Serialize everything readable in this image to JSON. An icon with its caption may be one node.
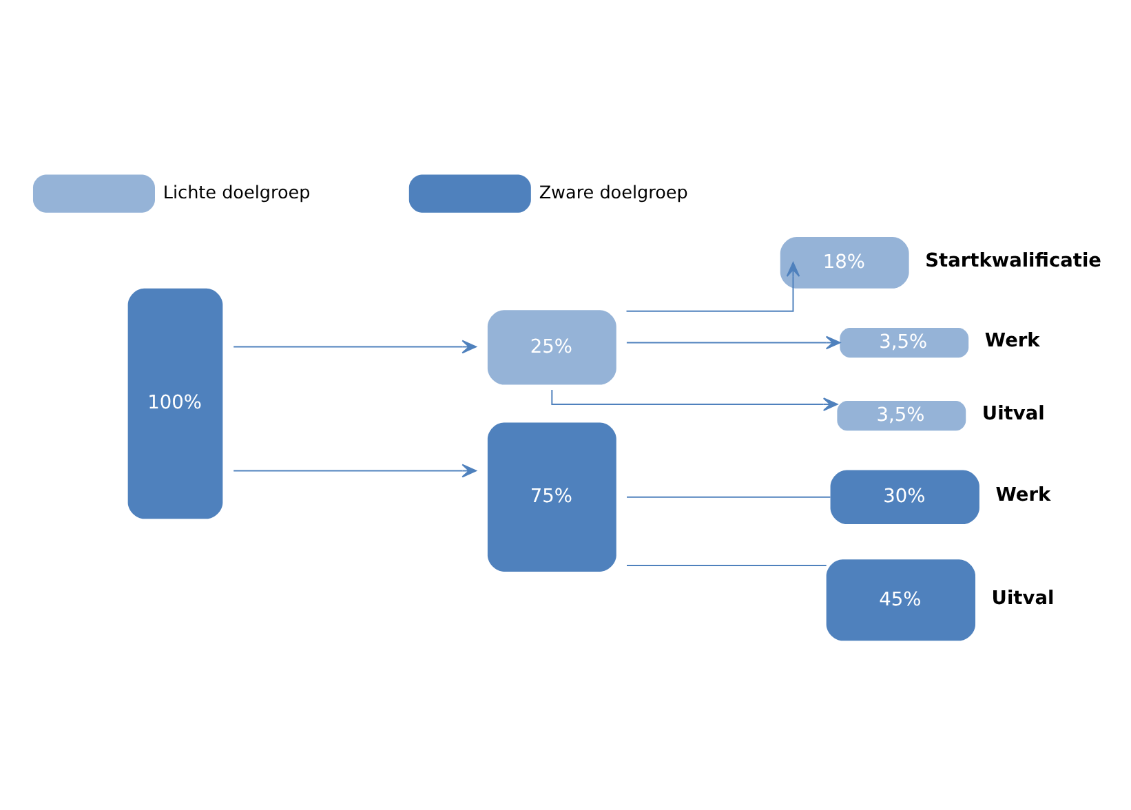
{
  "diagram": {
    "nodes": [
      {
        "text": [
          "100%"
        ]
      },
      {
        "text": [
          "25%"
        ]
      },
      {
        "text": [
          "75%"
        ]
      },
      {
        "text": [
          "18%"
        ],
        "beside": [
          "Startkwalificatie"
        ]
      },
      {
        "text": [
          "3,5%"
        ],
        "beside": [
          "Werk"
        ]
      },
      {
        "text": [
          "3,5%"
        ],
        "beside": [
          "Uitval"
        ]
      },
      {
        "text": [
          "30%"
        ],
        "beside": [
          "Werk"
        ]
      },
      {
        "text": [
          "45%"
        ],
        "beside": [
          "Uitval"
        ]
      }
    ],
    "edges": [
      {
        "from": 0,
        "to": 1,
        "arrow": "to"
      },
      {
        "from": 0,
        "to": 2,
        "arrow": "to"
      },
      {
        "from": 1,
        "to": 3,
        "arrow": "to"
      },
      {
        "from": 1,
        "to": 4,
        "arrow": "to"
      },
      {
        "from": 1,
        "to": 5,
        "arrow": "to"
      },
      {
        "from": 2,
        "to": 6,
        "arrow": "none"
      },
      {
        "from": 2,
        "to": 7,
        "arrow": "none"
      }
    ],
    "legend": [
      {
        "text": "Lichte doelgroep",
        "color": "#95b3d7"
      },
      {
        "text": "Zware doelgroep",
        "color": "#4f81bd"
      }
    ]
  }
}
